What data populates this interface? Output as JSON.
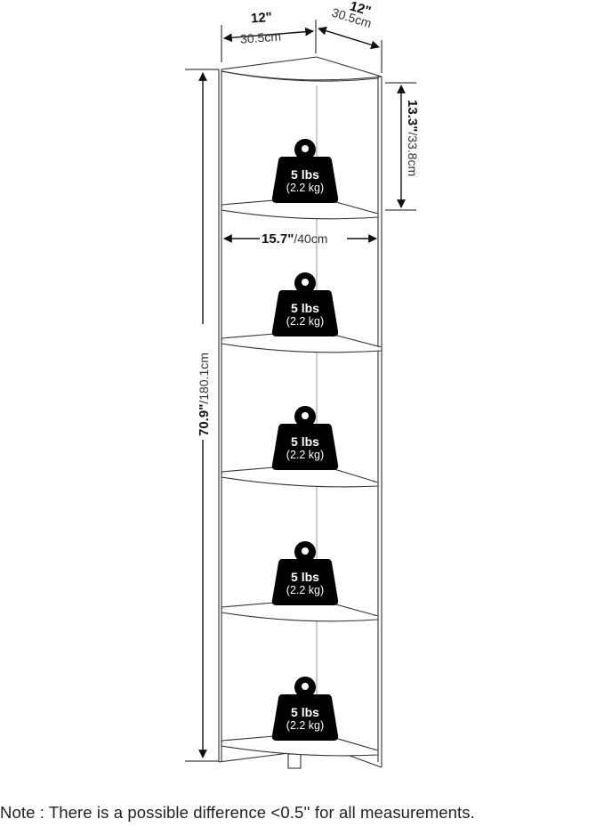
{
  "dimensions": {
    "top_left_in": "12\"",
    "top_left_cm": "30.5cm",
    "top_right_in": "12\"",
    "top_right_cm": "30.5cm",
    "shelf_gap_in": "13.3\"",
    "shelf_gap_cm": "/33.8cm",
    "depth_in": "15.7\"",
    "depth_cm": "/40cm",
    "height_in": "70.9\"",
    "height_cm": "/180.1cm"
  },
  "weight_labels": [
    {
      "lbs": "5 lbs",
      "kg": "(2.2 kg)"
    },
    {
      "lbs": "5 lbs",
      "kg": "(2.2 kg)"
    },
    {
      "lbs": "5 lbs",
      "kg": "(2.2 kg)"
    },
    {
      "lbs": "5 lbs",
      "kg": "(2.2 kg)"
    },
    {
      "lbs": "5 lbs",
      "kg": "(2.2 kg)"
    }
  ],
  "note": "Note : There is a possible difference <0.5'' for all measurements."
}
